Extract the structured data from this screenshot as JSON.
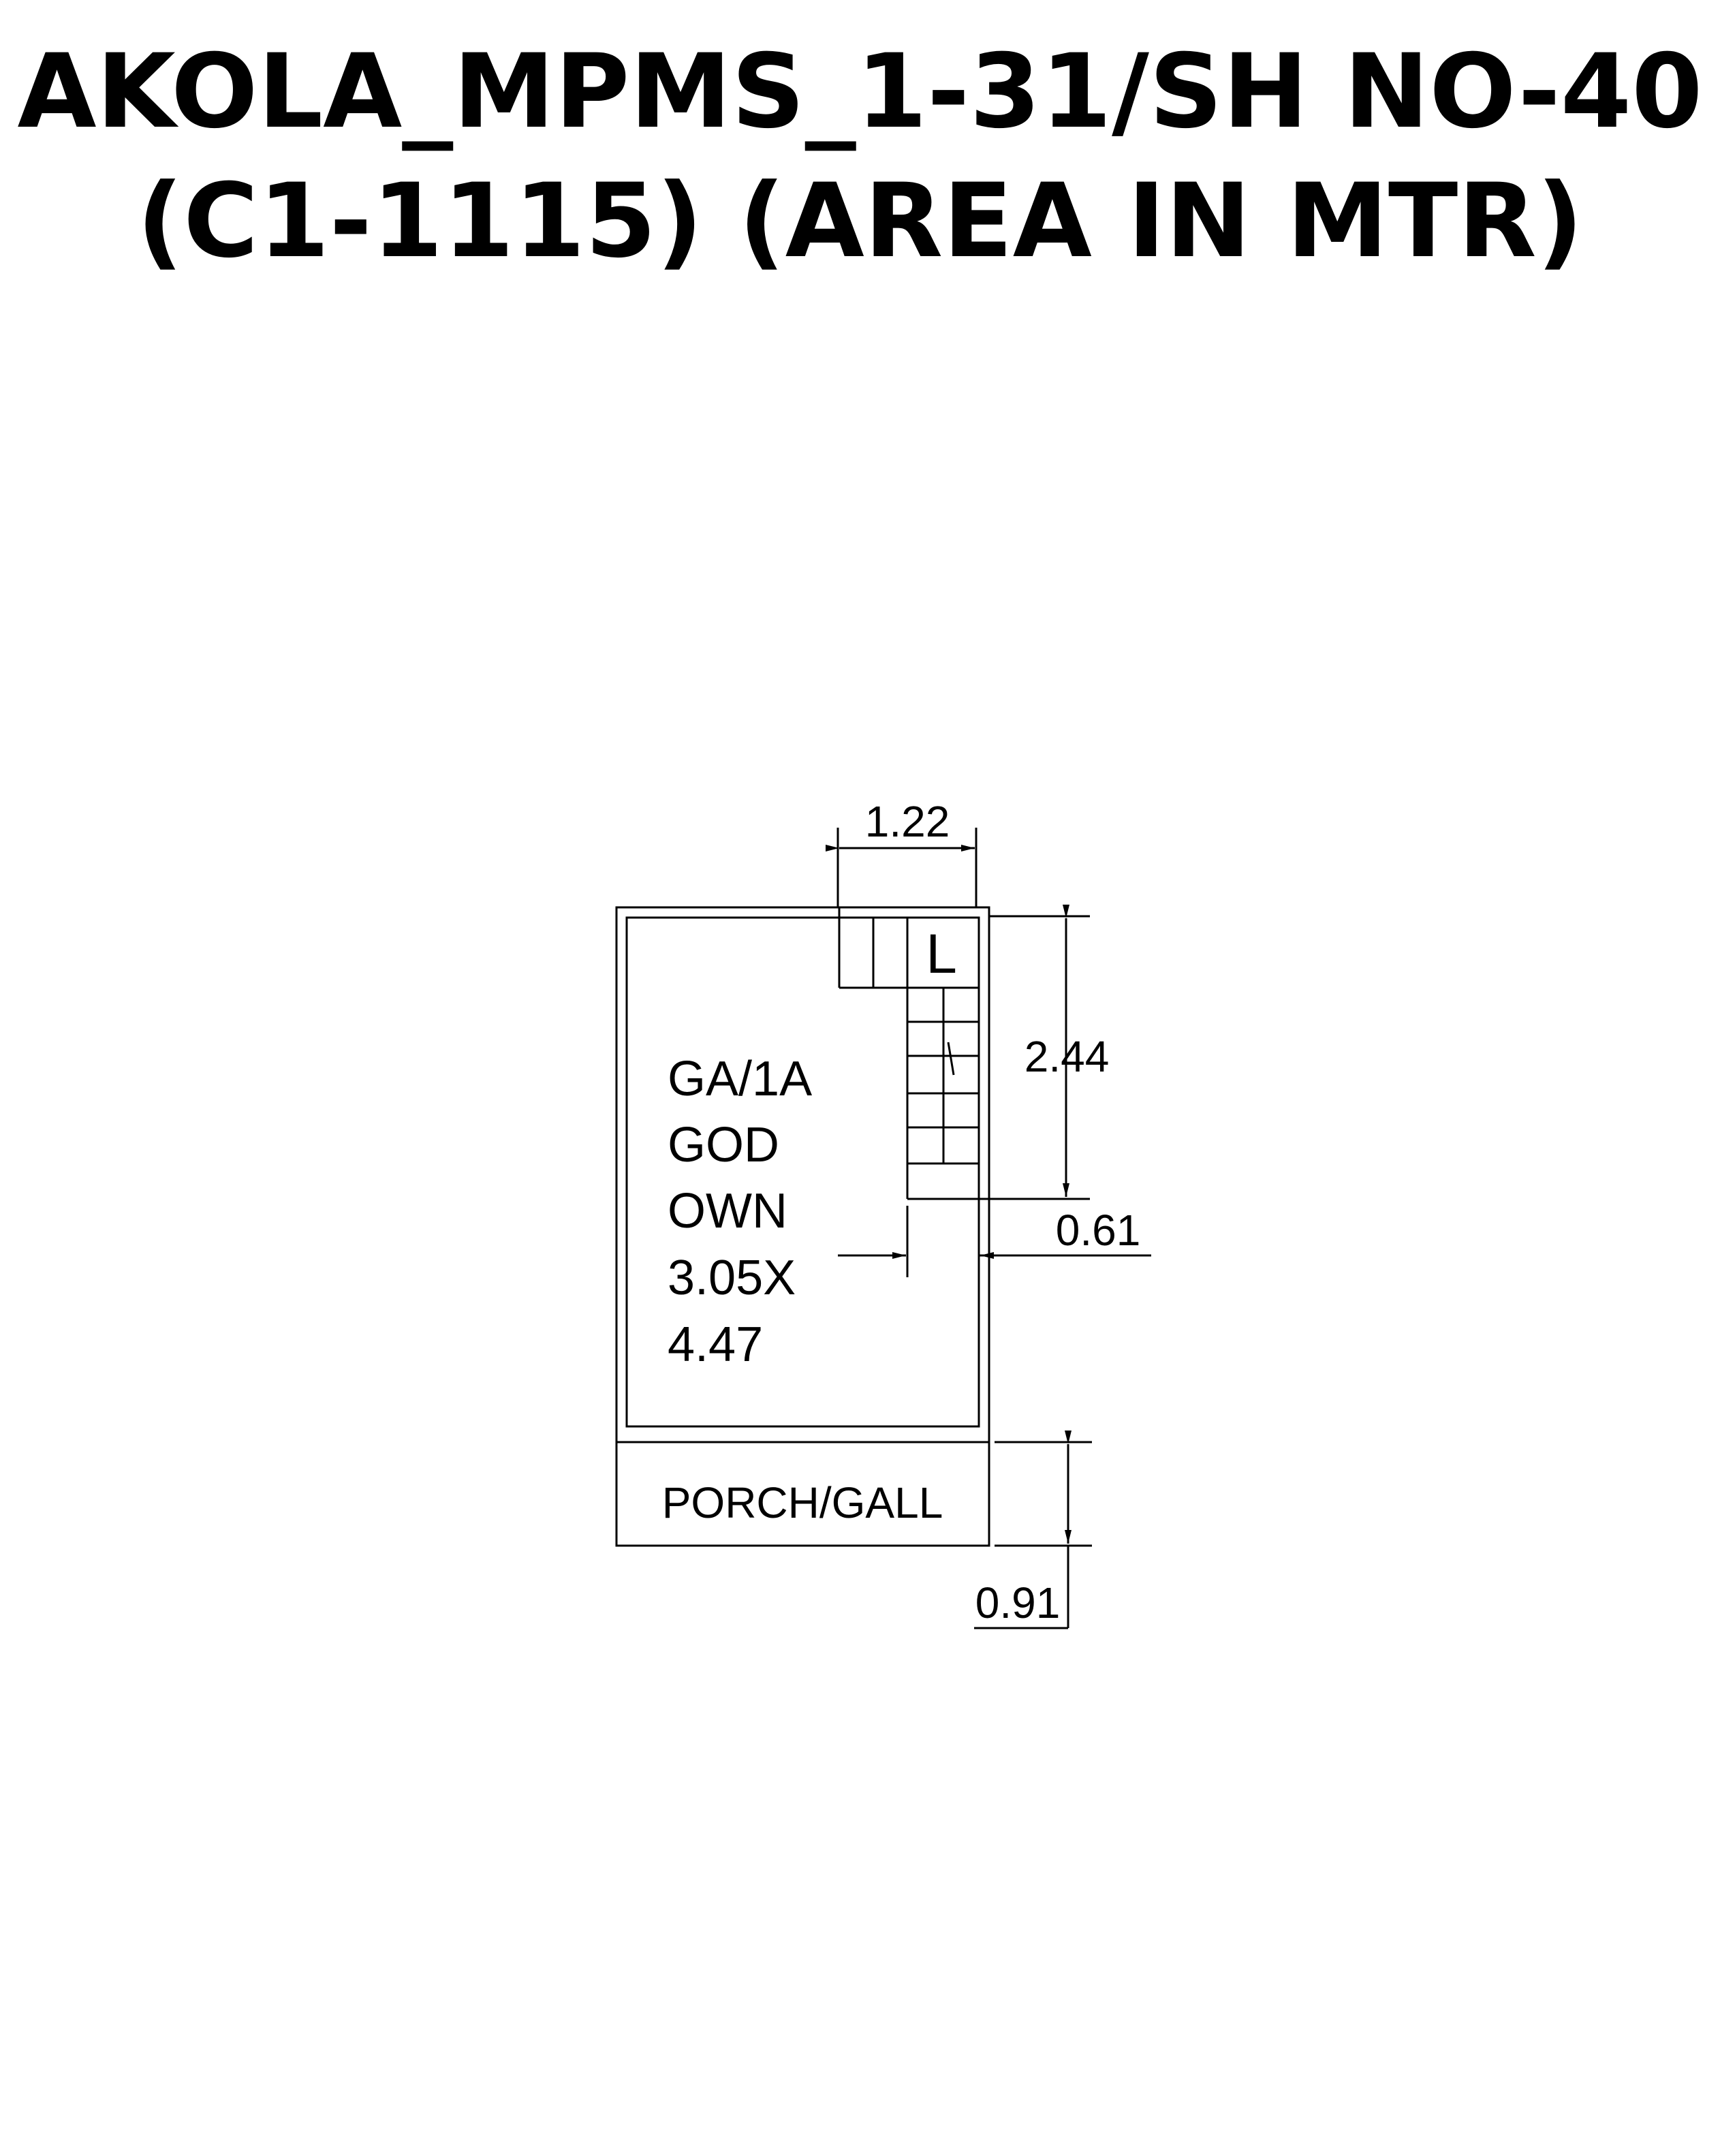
{
  "title": {
    "line1": "AKOLA_MPMS_1-31/SH NO-40",
    "line2": "(C1-1115) (AREA IN MTR)"
  },
  "room": {
    "label_lines": [
      "GA/1A",
      "GOD",
      "OWN",
      "3.05X",
      "4.47"
    ]
  },
  "stair_label": "L",
  "porch_label": "PORCH/GALL",
  "dimensions": {
    "top_width": "1.22",
    "right_height": "2.44",
    "gap_width": "0.61",
    "porch_depth": "0.91"
  }
}
